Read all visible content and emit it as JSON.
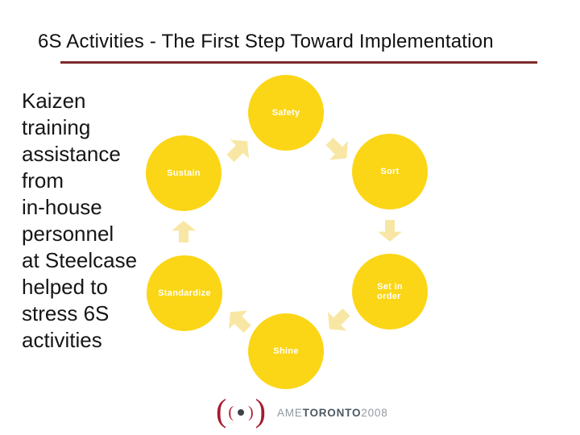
{
  "slide": {
    "title": "6S Activities - The First Step Toward Implementation"
  },
  "body": {
    "lines": [
      "Kaizen",
      "training",
      "assistance",
      "from",
      "in-house",
      "personnel",
      "at Steelcase",
      "helped to",
      "stress 6S",
      "activities"
    ]
  },
  "diagram": {
    "type": "cycle",
    "direction": "clockwise",
    "circles": [
      {
        "id": "safety",
        "label": "Safety"
      },
      {
        "id": "sustain",
        "label": "Sustain"
      },
      {
        "id": "sort",
        "label": "Sort"
      },
      {
        "id": "standardize",
        "label": "Standardize"
      },
      {
        "id": "set-in-order",
        "label": "Set in\norder"
      },
      {
        "id": "shine",
        "label": "Shine"
      }
    ],
    "arrows": [
      {
        "from": "sustain",
        "to": "safety",
        "direction": "northeast"
      },
      {
        "from": "safety",
        "to": "sort",
        "direction": "southeast"
      },
      {
        "from": "sort",
        "to": "set-in-order",
        "direction": "down"
      },
      {
        "from": "set-in-order",
        "to": "shine",
        "direction": "southwest"
      },
      {
        "from": "shine",
        "to": "standardize",
        "direction": "northwest"
      },
      {
        "from": "standardize",
        "to": "sustain",
        "direction": "up"
      }
    ],
    "colors": {
      "circle_fill": "#fbd616",
      "circle_label": "#ffffff",
      "arrow_fill": "#f8e7a4"
    }
  },
  "footer": {
    "logo": {
      "outer_open": "(",
      "inner_open": "(",
      "inner_close": ")",
      "outer_close": ")",
      "ame": "AME",
      "toronto": "TORONTO",
      "year": "2008",
      "colors": {
        "parens": "#a51c30",
        "dot": "#3e4347",
        "ame_gray": "#9199a0",
        "toronto_dark": "#4c5862"
      }
    }
  },
  "colors": {
    "background": "#ffffff",
    "title_text": "#111111",
    "title_underline": "#7e2a2a",
    "body_text": "#161616"
  }
}
